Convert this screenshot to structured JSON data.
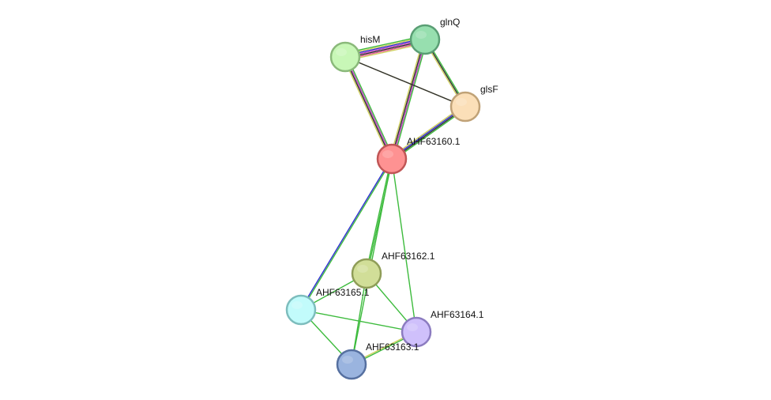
{
  "nodes": [
    {
      "id": "hisM",
      "label": "hisM",
      "fill": "#c8f7b7",
      "stroke": "#8ab97a"
    },
    {
      "id": "glnQ",
      "label": "glnQ",
      "fill": "#97dfaf",
      "stroke": "#5a9e74"
    },
    {
      "id": "glsF",
      "label": "glsF",
      "fill": "#fbdfb8",
      "stroke": "#c0a277"
    },
    {
      "id": "AHF63160.1",
      "label": "AHF63160.1",
      "fill": "#fe9292",
      "stroke": "#c05656"
    },
    {
      "id": "AHF63162.1",
      "label": "AHF63162.1",
      "fill": "#d1de98",
      "stroke": "#8f9d58"
    },
    {
      "id": "AHF63165.1",
      "label": "AHF63165.1",
      "fill": "#c2fbfb",
      "stroke": "#7dbdbd"
    },
    {
      "id": "AHF63164.1",
      "label": "AHF63164.1",
      "fill": "#cfc0fb",
      "stroke": "#8c7cc0"
    },
    {
      "id": "AHF63163.1",
      "label": "AHF63163.1",
      "fill": "#9ab4df",
      "stroke": "#5670a0"
    }
  ],
  "edges": [
    {
      "source": "hisM",
      "target": "glnQ",
      "colors": [
        "#3dbb3d",
        "#d0d060",
        "#2f2fd0",
        "#c040c0",
        "#303030",
        "#e05090",
        "#d0d060"
      ]
    },
    {
      "source": "hisM",
      "target": "AHF63160.1",
      "colors": [
        "#3dbb3d",
        "#c040c0",
        "#303030",
        "#d0d060"
      ]
    },
    {
      "source": "hisM",
      "target": "glsF",
      "colors": [
        "#d0d060"
      ]
    },
    {
      "source": "glnQ",
      "target": "AHF63160.1",
      "colors": [
        "#3dbb3d",
        "#c040c0",
        "#303030",
        "#d0d060"
      ]
    },
    {
      "source": "glnQ",
      "target": "glsF",
      "colors": [
        "#3dbb3d",
        "#303030",
        "#d0d060"
      ]
    },
    {
      "source": "glsF",
      "target": "AHF63160.1",
      "colors": [
        "#3dbb3d",
        "#303030",
        "#2f2fd0",
        "#d0d060"
      ]
    },
    {
      "source": "glnQ",
      "target": "hisM",
      "colors": [
        "#303030"
      ],
      "skip": true
    },
    {
      "source": "AHF63160.1",
      "target": "AHF63165.1",
      "colors": [
        "#3dbb3d",
        "#2f2fd0"
      ]
    },
    {
      "source": "AHF63160.1",
      "target": "AHF63162.1",
      "colors": [
        "#3dbb3d",
        "#3dbb3d"
      ]
    },
    {
      "source": "AHF63160.1",
      "target": "AHF63163.1",
      "colors": [
        "#3dbb3d"
      ]
    },
    {
      "source": "AHF63160.1",
      "target": "AHF63164.1",
      "colors": [
        "#3dbb3d"
      ]
    },
    {
      "source": "AHF63162.1",
      "target": "AHF63165.1",
      "colors": [
        "#3dbb3d"
      ]
    },
    {
      "source": "AHF63162.1",
      "target": "AHF63164.1",
      "colors": [
        "#3dbb3d"
      ]
    },
    {
      "source": "AHF63162.1",
      "target": "AHF63163.1",
      "colors": [
        "#3dbb3d"
      ]
    },
    {
      "source": "AHF63165.1",
      "target": "AHF63164.1",
      "colors": [
        "#3dbb3d"
      ]
    },
    {
      "source": "AHF63165.1",
      "target": "AHF63163.1",
      "colors": [
        "#3dbb3d"
      ]
    },
    {
      "source": "AHF63164.1",
      "target": "AHF63163.1",
      "colors": [
        "#3dbb3d",
        "#d0d060"
      ]
    }
  ],
  "extra_edges": [
    {
      "source": "hisM",
      "target": "glsF",
      "colors": [
        "#303030"
      ]
    }
  ]
}
